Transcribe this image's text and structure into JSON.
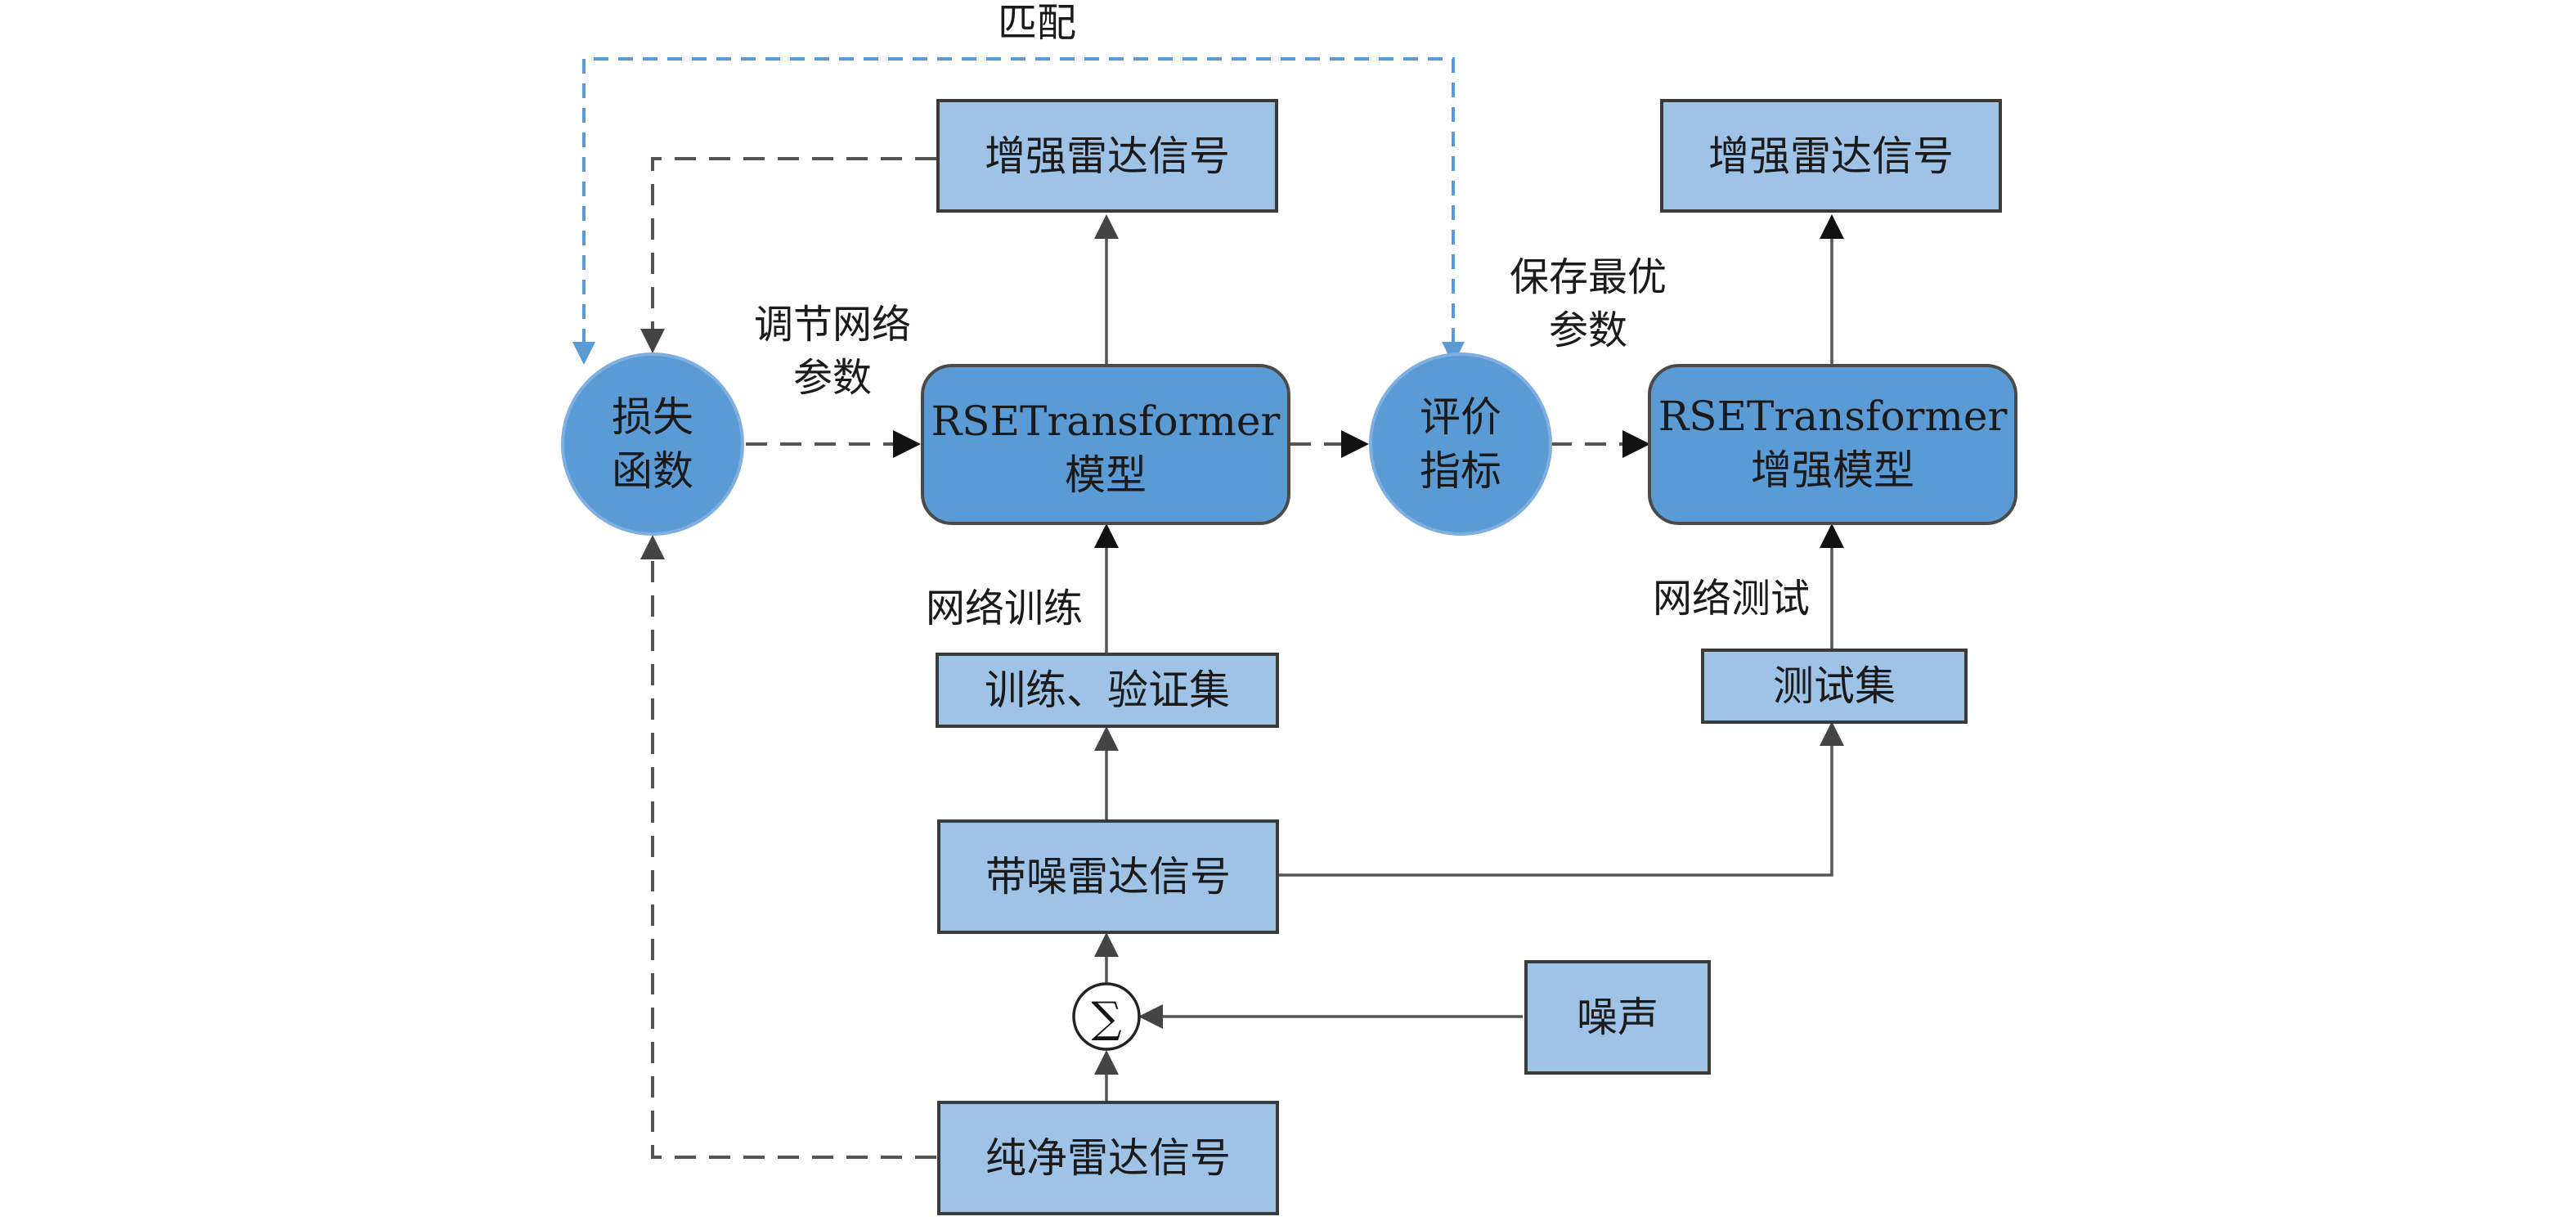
{
  "nodes": {
    "top_left_enhanced": "增强雷达信号",
    "top_right_enhanced": "增强雷达信号",
    "loss_line1": "损失",
    "loss_line2": "函数",
    "model_line1": "RSETransformer",
    "model_line2": "模型",
    "eval_line1": "评价",
    "eval_line2": "指标",
    "enh_model_line1": "RSETransformer",
    "enh_model_line2": "增强模型",
    "train_val_set": "训练、验证集",
    "test_set": "测试集",
    "noisy_signal": "带噪雷达信号",
    "sum_symbol": "∑",
    "noise": "噪声",
    "clean_signal": "纯净雷达信号"
  },
  "edge_labels": {
    "match": "匹配",
    "adjust_line1": "调节网络",
    "adjust_line2": "参数",
    "save_line1": "保存最优",
    "save_line2": "参数",
    "network_training": "网络训练",
    "network_testing": "网络测试"
  },
  "colors": {
    "light_box": "#9ec3e6",
    "dark_box": "#5b9bd5",
    "match_arrow": "#5b9bd5",
    "line": "#555555"
  }
}
